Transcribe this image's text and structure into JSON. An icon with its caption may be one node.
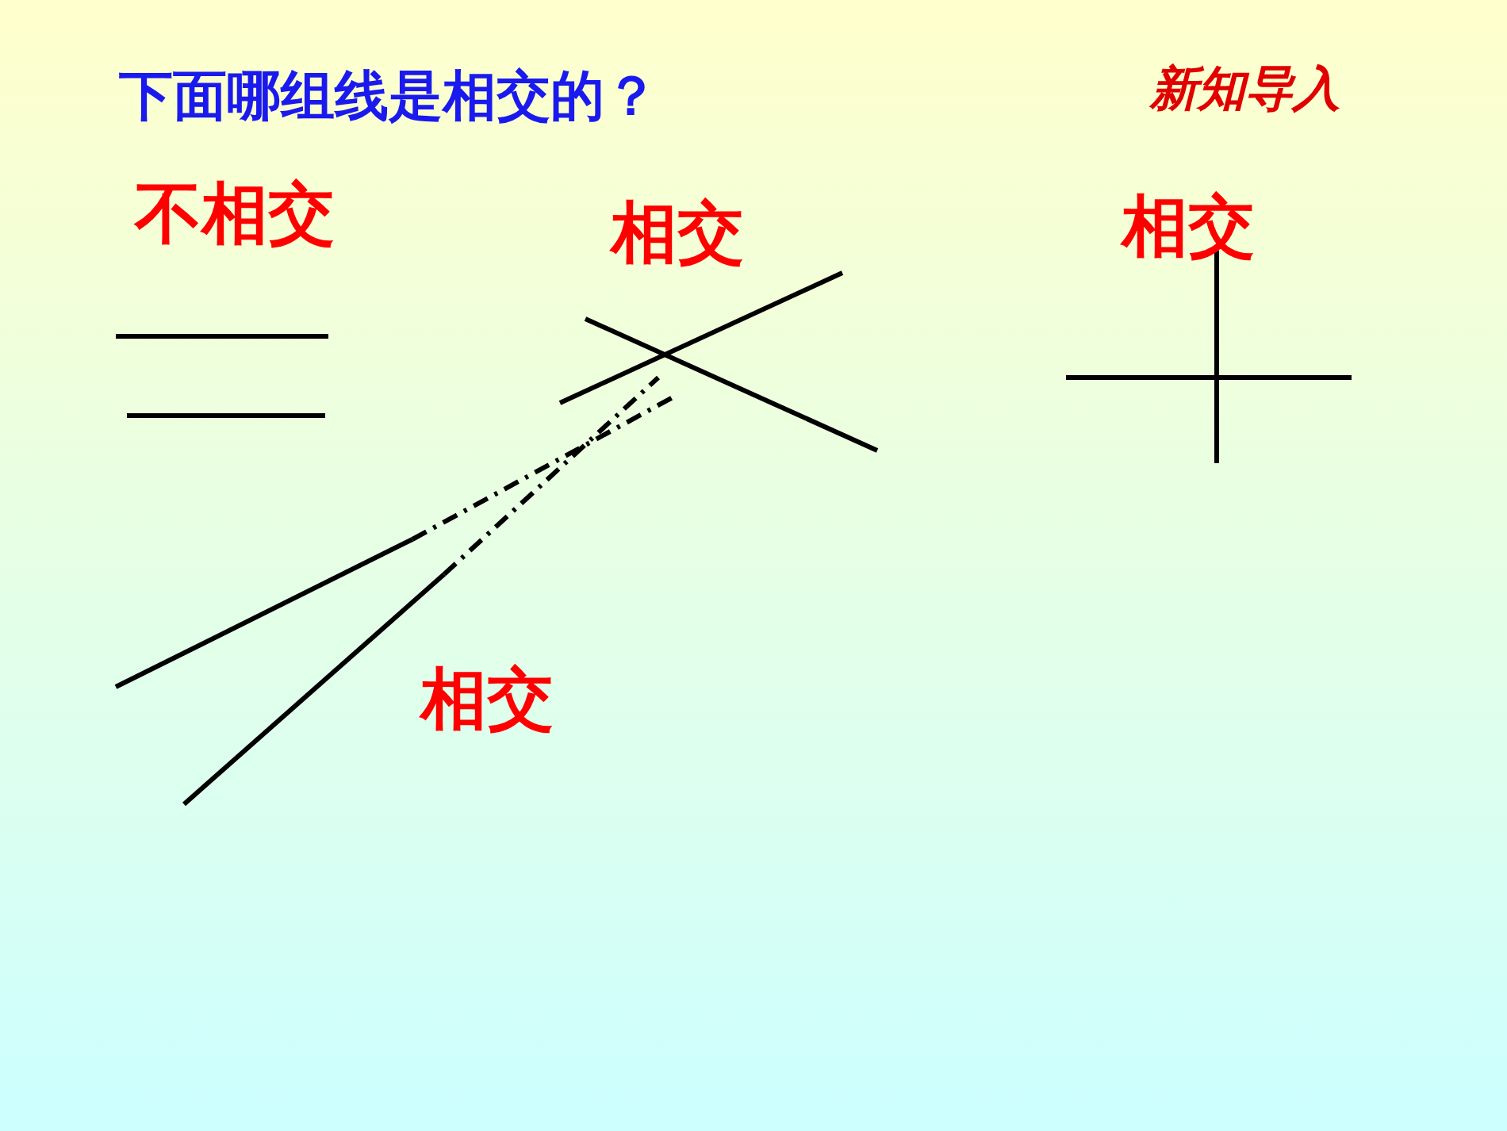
{
  "diagram": {
    "title": "下面哪组线是相交的？",
    "labels": [
      "新知导入",
      "不相交",
      "相交",
      "相交",
      "相交"
    ]
  }
}
